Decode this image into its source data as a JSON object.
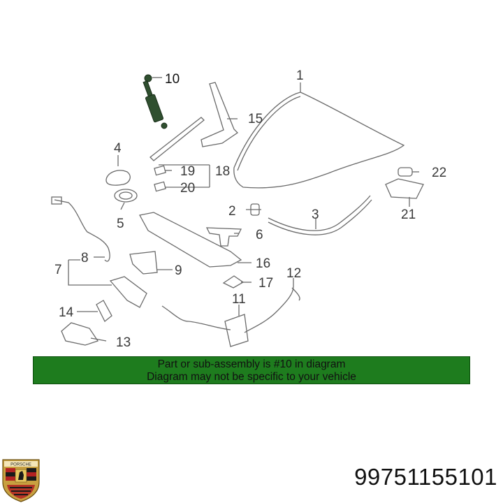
{
  "callouts": {
    "c1": "1",
    "c2": "2",
    "c3": "3",
    "c4": "4",
    "c5": "5",
    "c6": "6",
    "c7": "7",
    "c8": "8",
    "c9": "9",
    "c10": "10",
    "c11": "11",
    "c12": "12",
    "c13": "13",
    "c14": "14",
    "c15": "15",
    "c16": "16",
    "c17": "17",
    "c18": "18",
    "c19": "19",
    "c20": "20",
    "c21": "21",
    "c22": "22"
  },
  "banner": {
    "line1": "Part or sub-assembly is #10 in diagram",
    "line2": "Diagram may not be specific to your vehicle",
    "color": "#1e7c1e"
  },
  "part_number": "99751155101",
  "logo": {
    "icon": "porsche-crest-icon",
    "text": "PORSCHE"
  },
  "highlight_color": "#2f4f2f"
}
